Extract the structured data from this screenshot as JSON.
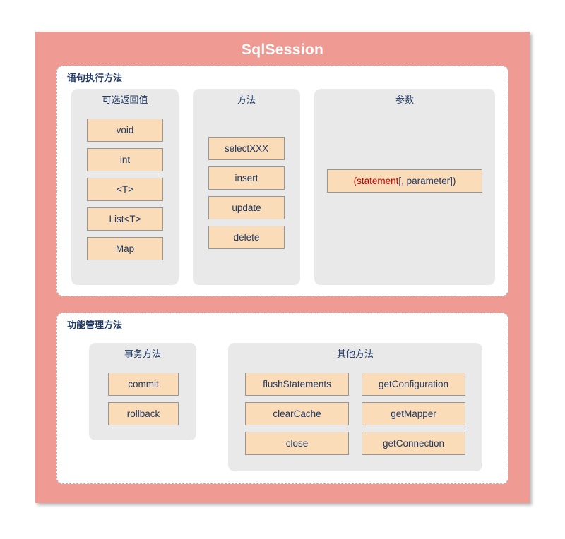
{
  "diagram": {
    "title": "SqlSession",
    "sections": [
      {
        "id": "statement-execution",
        "title": "语句执行方法",
        "groups": [
          {
            "id": "return-values",
            "title": "可选返回值",
            "items": [
              "void",
              "int",
              "<T>",
              "List<T>",
              "Map"
            ]
          },
          {
            "id": "methods",
            "title": "方法",
            "items": [
              "selectXXX",
              "insert",
              "update",
              "delete"
            ]
          },
          {
            "id": "parameters",
            "title": "参数",
            "items": [
              "(statement[, parameter])"
            ],
            "param_parts": {
              "red": "(statement",
              "navy": "[, parameter])"
            }
          }
        ]
      },
      {
        "id": "function-management",
        "title": "功能管理方法",
        "groups": [
          {
            "id": "transaction-methods",
            "title": "事务方法",
            "items": [
              "commit",
              "rollback"
            ]
          },
          {
            "id": "other-methods",
            "title": "其他方法",
            "items": [
              "flushStatements",
              "getConfiguration",
              "clearCache",
              "getMapper",
              "close",
              "getConnection"
            ]
          }
        ]
      }
    ]
  },
  "colors": {
    "frame_pink": "#ef9a93",
    "group_gray": "#e9e9e9",
    "item_orange": "#fbdcb9",
    "item_border": "#969696",
    "text_navy": "#1f3864",
    "text_red": "#c00000",
    "panel_white": "#ffffff",
    "panel_border": "#b5b5b5"
  }
}
